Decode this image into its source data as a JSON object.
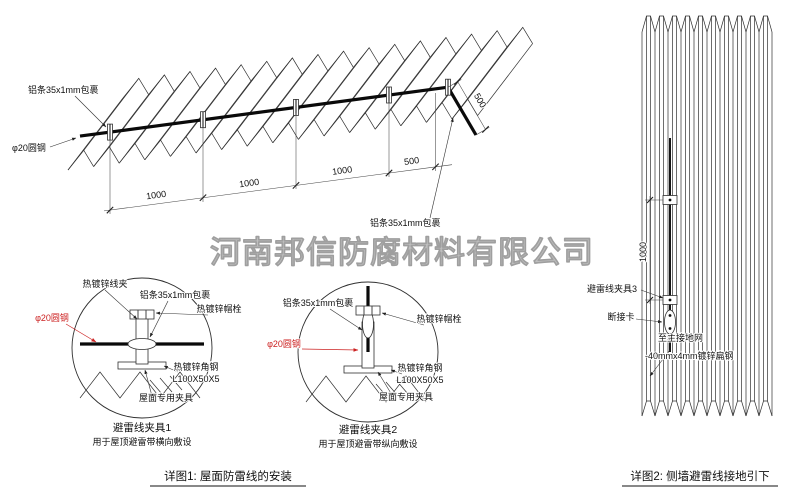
{
  "watermark": "河南邦信防腐材料有限公司",
  "figure1": {
    "caption": "详图1: 屋面防雷线的安装",
    "roof": {
      "al_strip_label_left": "铝条35x1mm包裹",
      "al_strip_label_right": "铝条35x1mm包裹",
      "round_steel_label": "φ20圆钢",
      "dim_1": "1000",
      "dim_2": "1000",
      "dim_3": "1000",
      "dim_4": "500",
      "dim_right": "500"
    },
    "detail1": {
      "wire_clamp": "热镀锌线夹",
      "al_strip": "铝条35x1mm包裹",
      "cap_bolt": "热镀锌帽栓",
      "round_steel": "φ20圆钢",
      "angle_steel_line1": "热镀锌角钢",
      "angle_steel_line2": "L100X50X5",
      "roof_clamp": "屋面专用夹具",
      "title": "避雷线夹具1",
      "subtitle": "用于屋顶避雷带横向敷设"
    },
    "detail2": {
      "al_strip": "铝条35x1mm包裹",
      "cap_bolt": "热镀锌帽栓",
      "round_steel": "φ20圆钢",
      "angle_steel_line1": "热镀锌角钢",
      "angle_steel_line2": "L100X50X5",
      "roof_clamp": "屋面专用夹具",
      "title": "避雷线夹具2",
      "subtitle": "用于屋顶避雷带纵向敷设"
    }
  },
  "figure2": {
    "caption": "详图2: 侧墙避雷线接地引下",
    "dim_vertical": "1000",
    "clamp3_label": "避雷线夹具3",
    "disconnect_label": "断接卡",
    "ground_label": "至主接地网",
    "flat_steel_label": "-40mmx4mm镀锌扁钢"
  }
}
